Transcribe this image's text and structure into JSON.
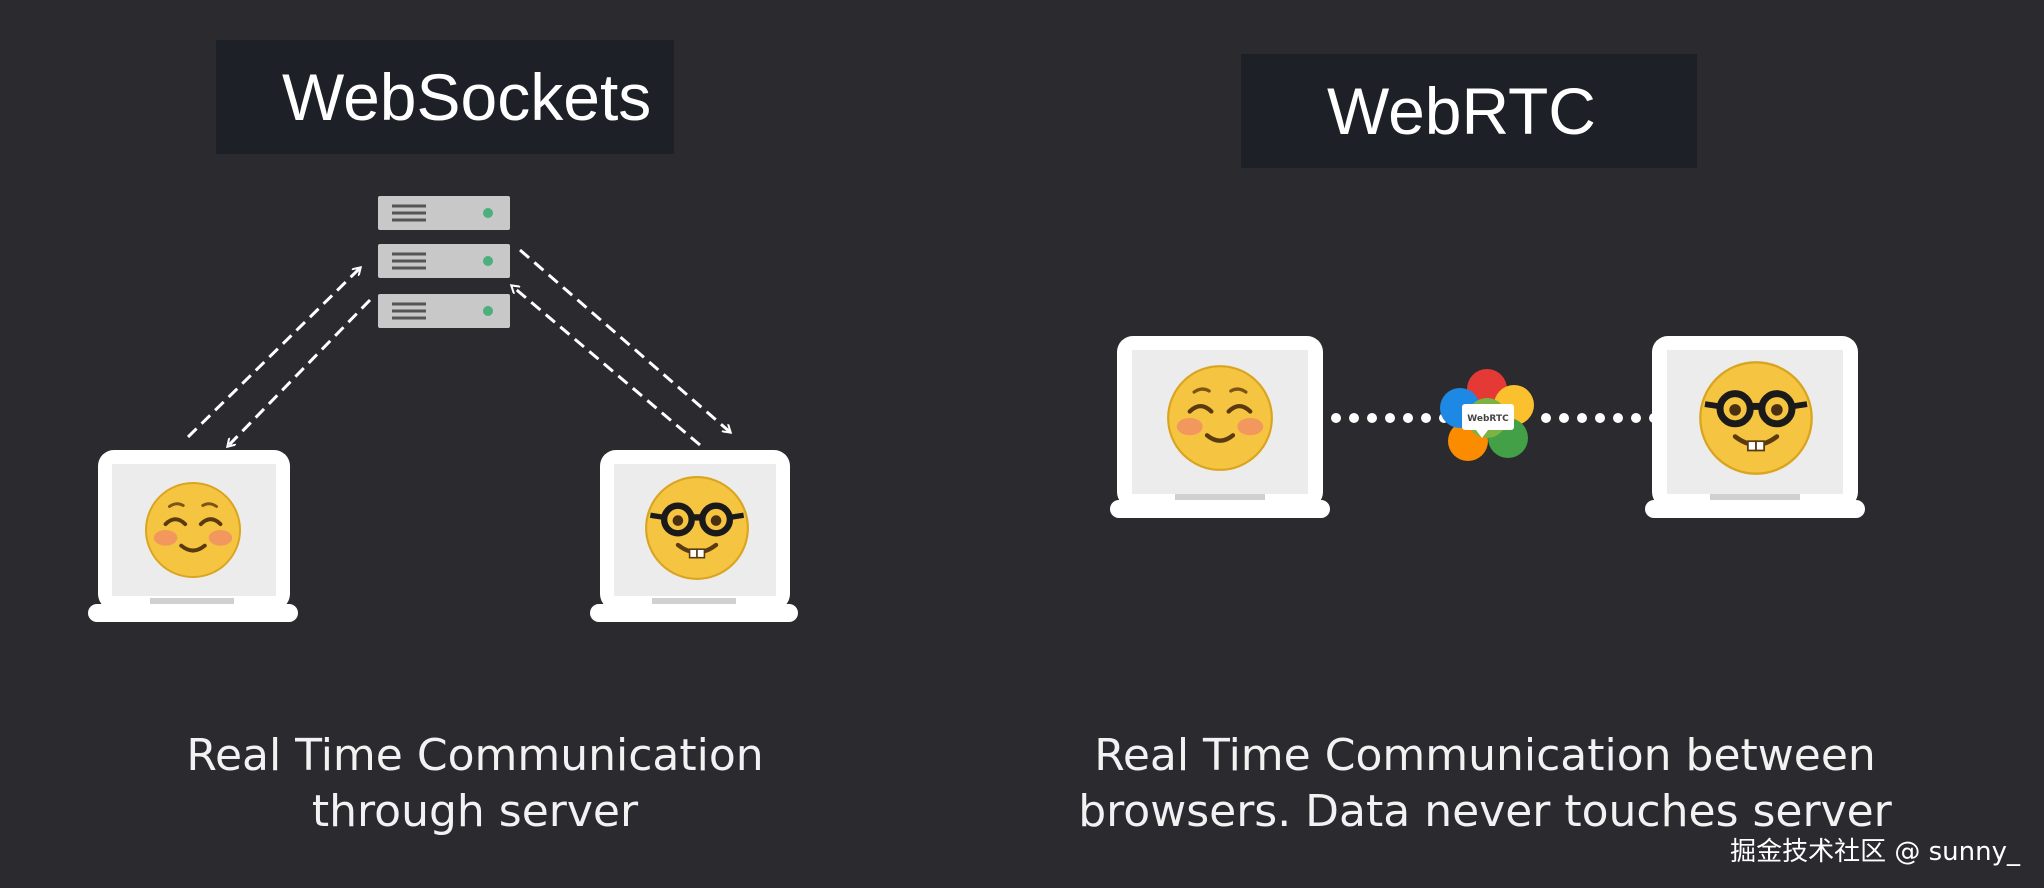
{
  "websockets": {
    "title": "WebSockets",
    "caption_line1": "Real Time Communication",
    "caption_line2": "through server"
  },
  "webrtc": {
    "title": "WebRTC",
    "caption_line1": "Real Time Communication between",
    "caption_line2": "browsers. Data never touches server",
    "logo_text": "WebRTC"
  },
  "watermark": "掘金技术社区 @ sunny_",
  "colors": {
    "background": "#2b2b2f",
    "title_box": "#1e2028",
    "server": "#c8c8c8",
    "server_led": "#4caf7d",
    "emoji_face": "#f5c440",
    "laptop": "#ffffff"
  },
  "icons": [
    "server-rack-icon",
    "laptop-icon",
    "smiling-emoji-icon",
    "nerd-emoji-icon",
    "webrtc-logo-icon"
  ]
}
